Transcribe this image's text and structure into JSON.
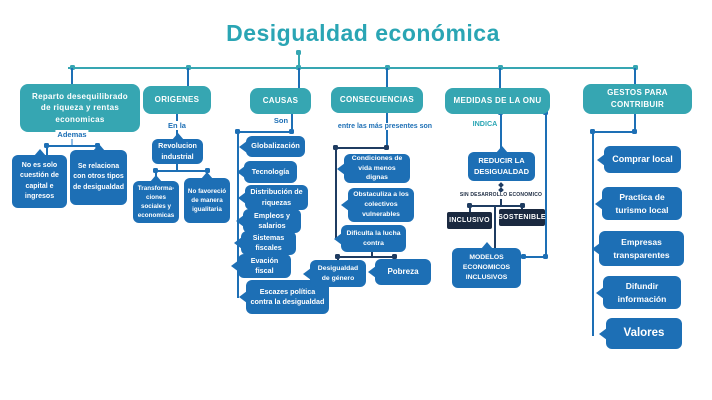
{
  "title": "Desigualdad económica",
  "colors": {
    "teal": "#36A6B2",
    "blue": "#1D6FB5",
    "dark_navy": "#1A2940",
    "line_dark": "#1F3C61",
    "background": "#FFFFFF"
  },
  "nodes": {
    "reparto": {
      "header": "Reparto desequilibrado de riqueza y rentas economicas",
      "label": "Ademas",
      "children": [
        "No es solo cuestión de capital e ingresos",
        "Se relaciona con otros tipos de desigualdad"
      ]
    },
    "origenes": {
      "header": "ORIGENES",
      "label": "En la",
      "node": "Revolucion industrial",
      "children": [
        "Transforma- ciones sociales y economicas",
        "No favoreció de manera igualitaria"
      ]
    },
    "causas": {
      "header": "CAUSAS",
      "label": "Son",
      "children": [
        "Globalización",
        "Tecnología",
        "Distribución de riquezas",
        "Empleos y salarios",
        "Sistemas fiscales",
        "Evación fiscal",
        "Escazes política contra la desigualdad"
      ]
    },
    "consecuencias": {
      "header": "CONSECUENCIAS",
      "label": "entre las más presentes son",
      "children": [
        "Condiciones de vida menos dignas",
        "Obstaculiza a los colectivos vulnerables",
        "Dificulta la lucha contra"
      ],
      "leaf_children": [
        "Desigualdad de género",
        "Pobreza"
      ]
    },
    "medidas": {
      "header": "MEDIDAS DE LA ONU",
      "label": "INDICA",
      "node": "REDUCIR LA DESIGUALDAD",
      "sublabel": "SIN DESARROLLO ECONOMICO",
      "tags": [
        "INCLUSIVO",
        "SOSTENIBLE"
      ],
      "result": "MODELOS ECONOMICOS INCLUSIVOS"
    },
    "gestos": {
      "header": "GESTOS PARA CONTRIBUIR",
      "children": [
        "Comprar local",
        "Practica de turismo local",
        "Empresas transparentes",
        "Difundir información",
        "Valores"
      ]
    }
  }
}
